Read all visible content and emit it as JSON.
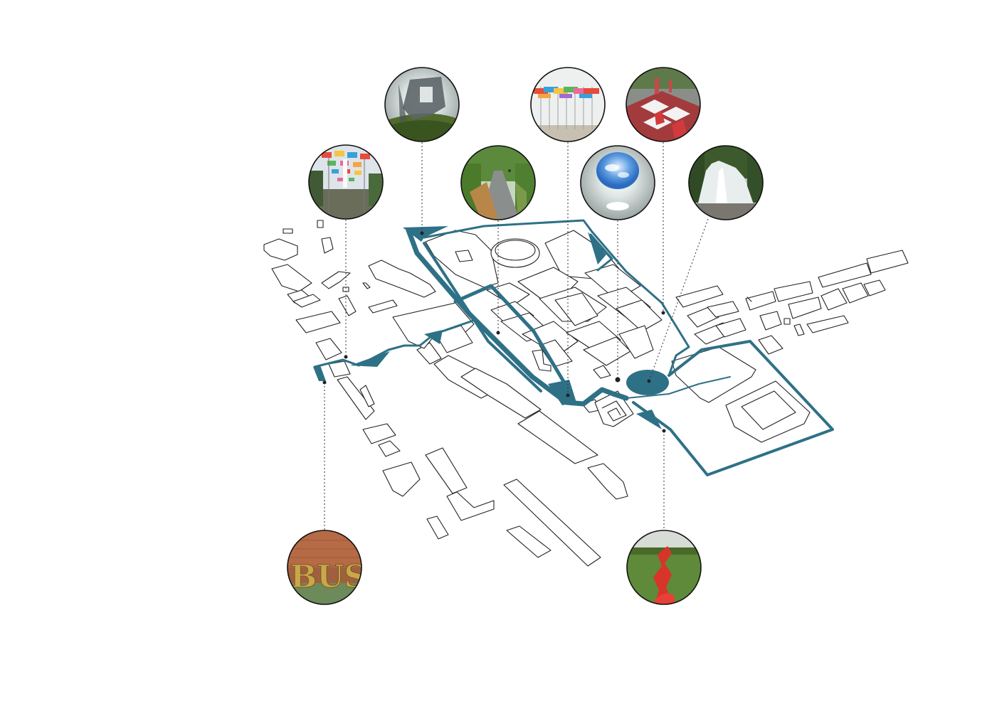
{
  "diagram": {
    "accent_color": "#2e7187",
    "photos": [
      {
        "id": "sculpture-frame",
        "icon": "sculpture-photo-icon"
      },
      {
        "id": "flag-canopy",
        "icon": "flag-canopy-photo-icon"
      },
      {
        "id": "tree-boardwalk",
        "icon": "boardwalk-photo-icon"
      },
      {
        "id": "flag-poles",
        "icon": "flag-poles-photo-icon"
      },
      {
        "id": "skylight-oculus",
        "icon": "skylight-photo-icon"
      },
      {
        "id": "red-pattern-plaza",
        "icon": "red-plaza-photo-icon"
      },
      {
        "id": "water-fountain",
        "icon": "fountain-photo-icon"
      },
      {
        "id": "bus-letters",
        "icon": "bus-letters-photo-icon"
      },
      {
        "id": "red-ribbon-sculpture",
        "icon": "red-ribbon-photo-icon"
      }
    ],
    "bus_sign_text": "BUS"
  }
}
